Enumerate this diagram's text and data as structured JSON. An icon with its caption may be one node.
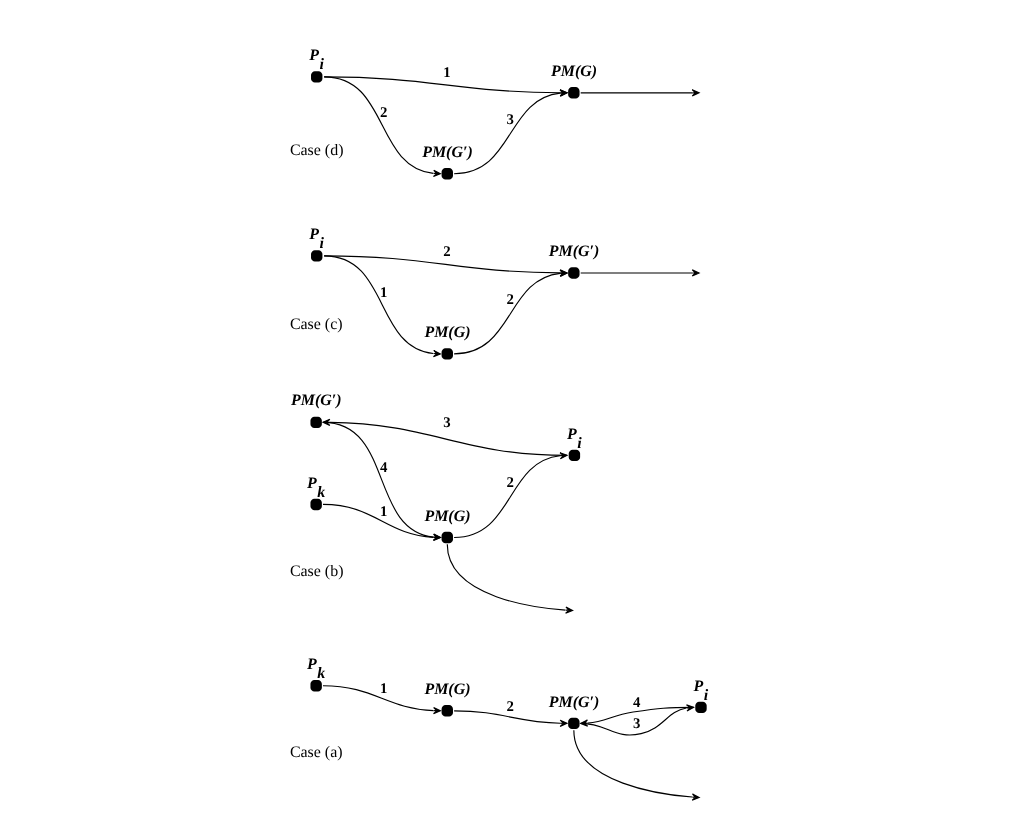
{
  "diagram": {
    "nodes": [
      {
        "text": [
          "PM(G)"
        ]
      },
      {
        "text": [
          "P$_{k}$"
        ]
      },
      {
        "text": [
          "PM(G′)"
        ]
      },
      {
        "text": [
          "P$_{i}$"
        ]
      },
      {
        "text": [
          "PM(G′)"
        ]
      },
      {
        "text": [
          "P$_{k}$"
        ]
      },
      {
        "text": [
          "PM(G)"
        ]
      },
      {
        "text": [
          "P$_{i}$"
        ]
      },
      {
        "text": [
          "PM(G)"
        ]
      },
      {
        "text": [
          "P$_{i}$"
        ]
      },
      {
        "text": [
          "PM(G′)"
        ]
      },
      {
        "text": [
          "PM(G′)"
        ]
      },
      {
        "text": [
          "P$_{i}$"
        ]
      },
      {
        "text": [
          "PM(G)"
        ]
      }
    ],
    "edges": [
      {
        "from": 1,
        "to": 0,
        "arrow": "to",
        "label": "1"
      },
      {
        "from": 0,
        "to": 2,
        "arrow": "to",
        "label": "2"
      },
      {
        "from": 2,
        "to": 3,
        "arrow": "to",
        "label": "3"
      },
      {
        "from": 3,
        "to": 2,
        "arrow": "to",
        "label": "4"
      },
      {
        "from": 2,
        "to": null,
        "arrow": "to"
      },
      {
        "from": 5,
        "to": 6,
        "arrow": "to",
        "label": "1"
      },
      {
        "from": 6,
        "to": 7,
        "arrow": "to",
        "label": "2"
      },
      {
        "from": 7,
        "to": 4,
        "arrow": "to",
        "label": "3"
      },
      {
        "from": 4,
        "to": 6,
        "arrow": "to",
        "label": "4"
      },
      {
        "from": 6,
        "to": null,
        "arrow": "to"
      },
      {
        "from": 9,
        "to": 8,
        "arrow": "to",
        "label": "1"
      },
      {
        "from": 8,
        "to": 10,
        "arrow": "to",
        "label": "2"
      },
      {
        "from": 9,
        "to": 10,
        "arrow": "to",
        "label": "2"
      },
      {
        "from": 10,
        "to": null,
        "arrow": "to"
      },
      {
        "from": 12,
        "to": 13,
        "arrow": "to",
        "label": "1"
      },
      {
        "from": 12,
        "to": 11,
        "arrow": "to",
        "label": "2"
      },
      {
        "from": 11,
        "to": 13,
        "arrow": "to",
        "label": "3"
      },
      {
        "from": 13,
        "to": null,
        "arrow": "to"
      }
    ],
    "labels": [
      "Case (a)",
      "Case (b)",
      "Case (c)",
      "Case (d)"
    ]
  }
}
